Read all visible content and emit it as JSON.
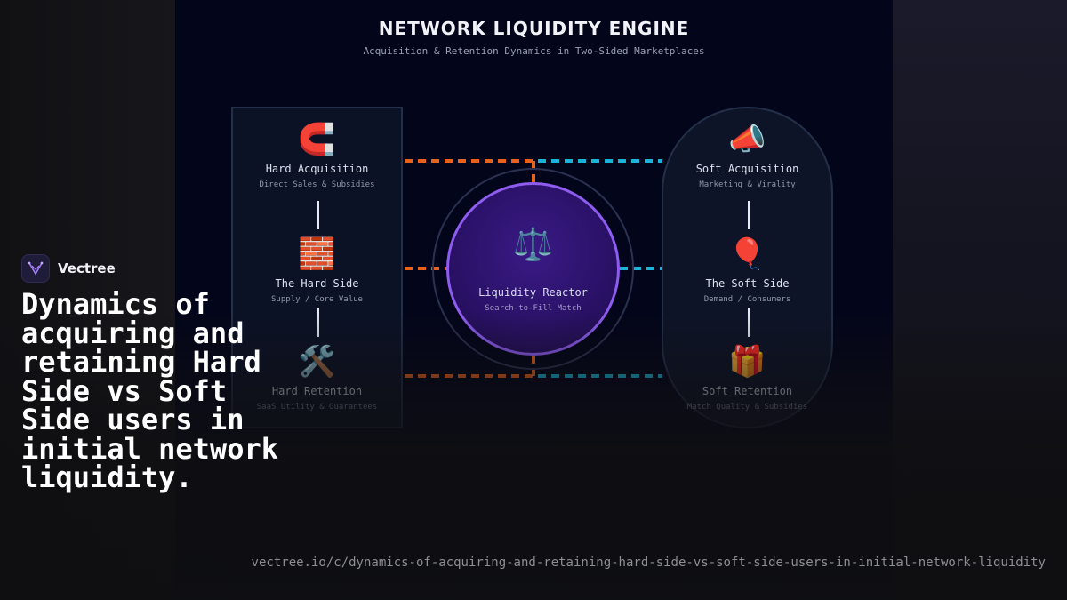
{
  "diagram": {
    "title": "NETWORK LIQUIDITY ENGINE",
    "subtitle": "Acquisition & Retention Dynamics in Two-Sided Marketplaces",
    "left_panel": {
      "nodes": [
        {
          "icon": "magnet-icon",
          "emoji": "🧲",
          "label": "Hard Acquisition",
          "sublabel": "Direct Sales & Subsidies"
        },
        {
          "icon": "brick-icon",
          "emoji": "🧱",
          "label": "The Hard Side",
          "sublabel": "Supply / Core Value"
        },
        {
          "icon": "tools-icon",
          "emoji": "🛠️",
          "label": "Hard Retention",
          "sublabel": "SaaS Utility & Guarantees"
        }
      ]
    },
    "right_panel": {
      "nodes": [
        {
          "icon": "megaphone-icon",
          "emoji": "📣",
          "label": "Soft Acquisition",
          "sublabel": "Marketing & Virality"
        },
        {
          "icon": "balloon-icon",
          "emoji": "🎈",
          "label": "The Soft Side",
          "sublabel": "Demand / Consumers"
        },
        {
          "icon": "gift-icon",
          "emoji": "🎁",
          "label": "Soft Retention",
          "sublabel": "Match Quality & Subsidies"
        }
      ]
    },
    "reactor": {
      "icon": "balance-scale-icon",
      "emoji": "⚖️",
      "label": "Liquidity Reactor",
      "sublabel": "Search-to-Fill Match"
    },
    "colors": {
      "hard": "#e8621c",
      "soft": "#19b4d8",
      "reactor": "#8e5cf0"
    }
  },
  "brand": {
    "name": "Vectree"
  },
  "headline": "Dynamics of acquiring and retaining Hard Side vs Soft Side users in initial network liquidity.",
  "url": "vectree.io/c/dynamics-of-acquiring-and-retaining-hard-side-vs-soft-side-users-in-initial-network-liquidity"
}
